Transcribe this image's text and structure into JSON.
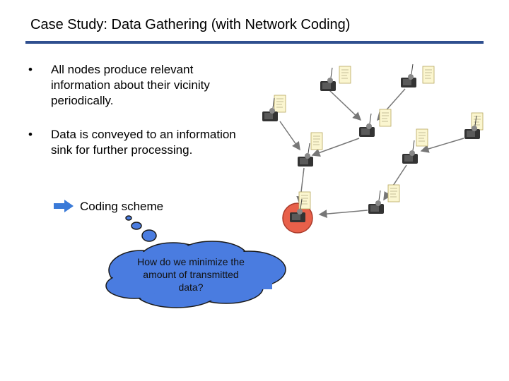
{
  "slide": {
    "title": "Case Study: Data Gathering (with Network Coding)",
    "bullets": [
      "All nodes produce relevant information about their vicinity periodically.",
      "Data is conveyed to an information sink for further processing."
    ],
    "bullet_symbol": "•",
    "coding_label": "Coding scheme",
    "cloud_text": "How do we minimize the amount of transmitted data?"
  },
  "colors": {
    "title_rule": "#2f4f8f",
    "arrow": "#3a7ad8",
    "cloud_fill": "#4a7ce0",
    "sink": "#e8604a"
  },
  "icons": [
    "right-arrow-icon",
    "sensor-node-icon",
    "document-icon",
    "thought-bubble"
  ]
}
